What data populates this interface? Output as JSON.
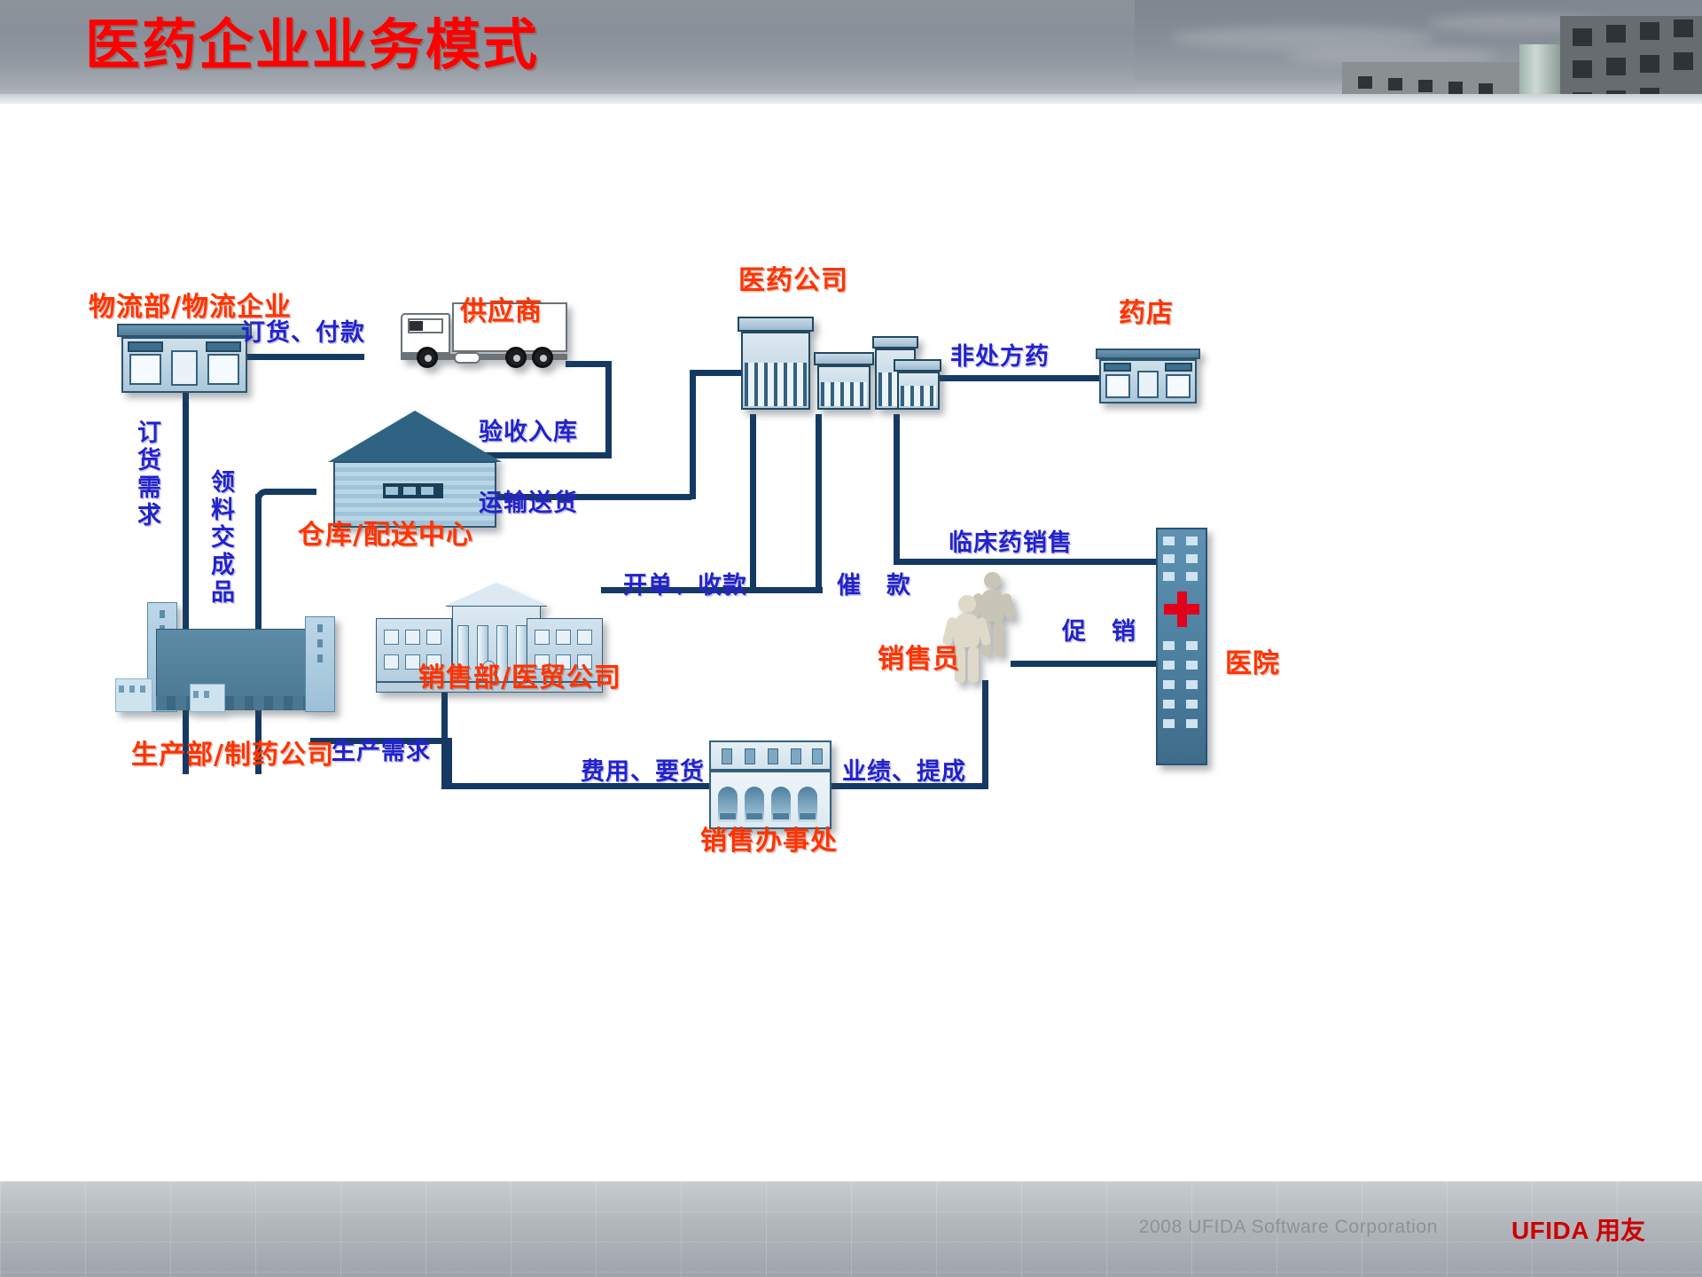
{
  "header": {
    "title": "医药企业业务模式"
  },
  "diagram": {
    "entities": [
      {
        "id": "logistics",
        "label": "物流部/物流企业",
        "icon": "storefront-icon"
      },
      {
        "id": "supplier",
        "label": "供应商",
        "icon": "truck-icon"
      },
      {
        "id": "warehouse",
        "label": "仓库/配送中心",
        "icon": "warehouse-icon"
      },
      {
        "id": "pharma_company",
        "label": "医药公司",
        "icon": "building-complex-icon"
      },
      {
        "id": "pharmacy",
        "label": "药店",
        "icon": "storefront-icon"
      },
      {
        "id": "production",
        "label": "生产部/制药公司",
        "icon": "factory-icon"
      },
      {
        "id": "sales_dept",
        "label": "销售部/医贸公司",
        "icon": "classical-building-icon"
      },
      {
        "id": "salesperson",
        "label": "销售员",
        "icon": "people-icon"
      },
      {
        "id": "hospital",
        "label": "医院",
        "icon": "hospital-icon"
      },
      {
        "id": "sales_office",
        "label": "销售办事处",
        "icon": "office-building-icon"
      }
    ],
    "flows": [
      {
        "id": "order_payment",
        "label": "订货、付款",
        "orientation": "horizontal"
      },
      {
        "id": "order_demand",
        "label": "订货需求",
        "orientation": "vertical"
      },
      {
        "id": "material_finished",
        "label": "领料交成品",
        "orientation": "vertical"
      },
      {
        "id": "inspect_instock",
        "label": "验收入库",
        "orientation": "horizontal"
      },
      {
        "id": "transport_delivery",
        "label": "运输送货",
        "orientation": "horizontal"
      },
      {
        "id": "otc_drug",
        "label": "非处方药",
        "orientation": "horizontal"
      },
      {
        "id": "clinical_sales",
        "label": "临床药销售",
        "orientation": "horizontal"
      },
      {
        "id": "billing_collect",
        "label": "开单、收款",
        "orientation": "horizontal"
      },
      {
        "id": "dunning",
        "label": "催　款",
        "orientation": "horizontal"
      },
      {
        "id": "promotion",
        "label": "促　销",
        "orientation": "horizontal"
      },
      {
        "id": "production_demand",
        "label": "生产需求",
        "orientation": "horizontal"
      },
      {
        "id": "expense_request",
        "label": "费用、要货",
        "orientation": "horizontal"
      },
      {
        "id": "performance_comm",
        "label": "业绩、提成",
        "orientation": "horizontal"
      }
    ]
  },
  "footer": {
    "copyright": "2008 UFIDA Software Corporation",
    "brand_en": "UFIDA",
    "brand_cn": "用友"
  },
  "colors": {
    "title_red": "#ff0000",
    "entity_orange": "#ff3300",
    "flow_blue": "#2222cc",
    "connector_navy": "#143a63",
    "header_gray": "#8d939b",
    "brand_red": "#cc0000"
  }
}
